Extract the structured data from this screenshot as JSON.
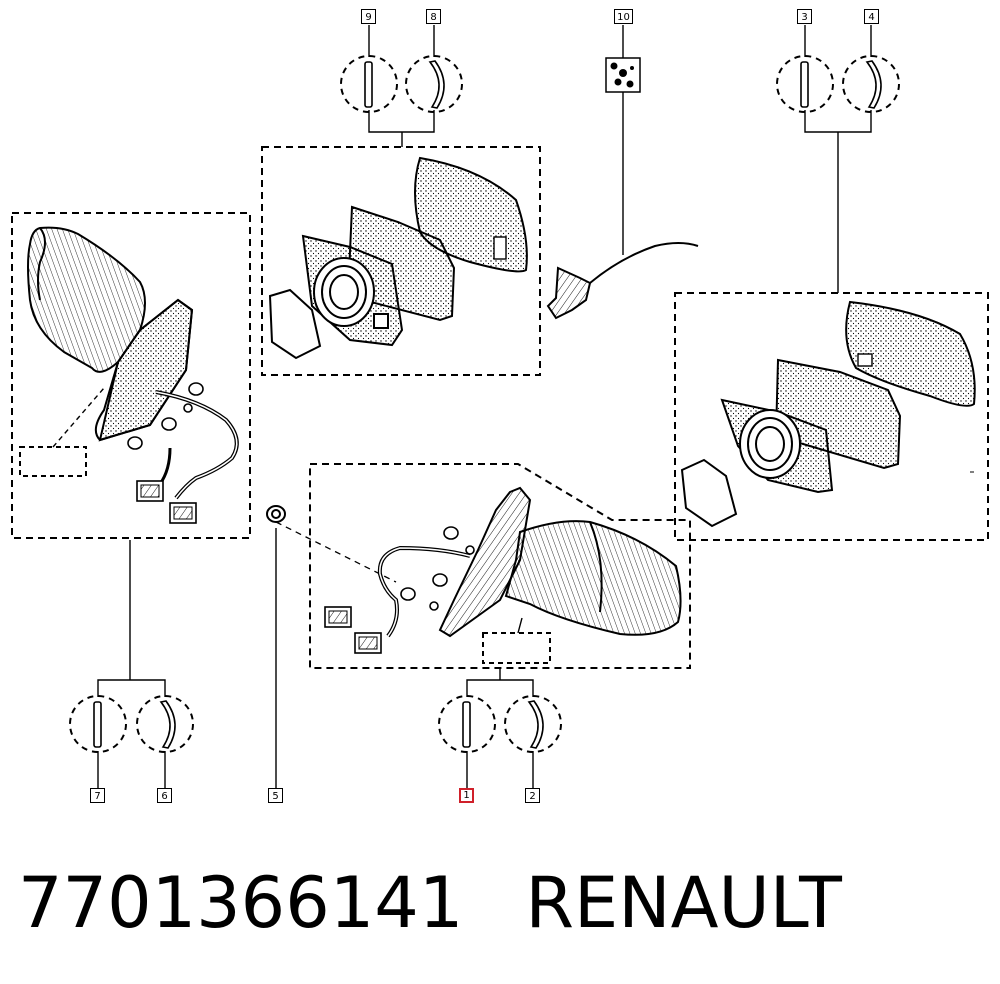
{
  "callouts": {
    "c1": "1",
    "c2": "2",
    "c3": "3",
    "c4": "4",
    "c5": "5",
    "c6": "6",
    "c7": "7",
    "c8": "8",
    "c9": "9",
    "c10": "10"
  },
  "selected_callout": "1",
  "caption": {
    "part_number": "7701366141",
    "brand": "RENAULT"
  },
  "colors": {
    "line": "#000000",
    "highlight": "#d0202a",
    "background": "#ffffff"
  }
}
